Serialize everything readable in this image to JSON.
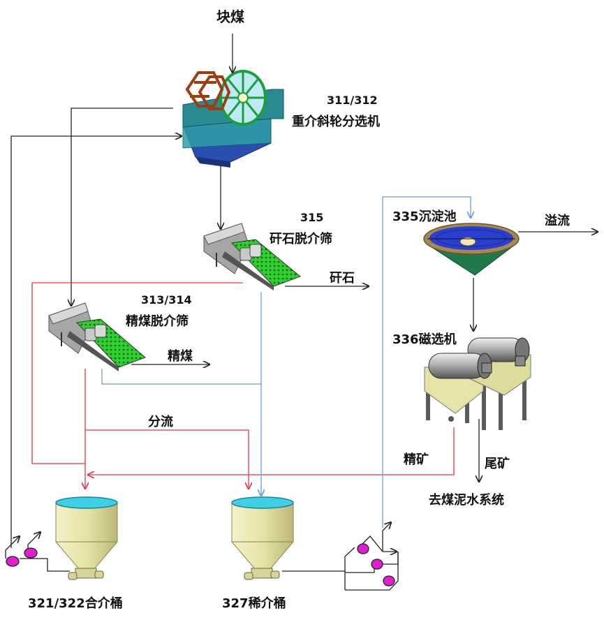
{
  "labels": {
    "lump_coal": "块煤",
    "separator_code": "311/312",
    "separator_name": "重介斜轮分选机",
    "gangue_screen_code": "315",
    "gangue_screen_name": "矸石脱介筛",
    "gangue_out": "矸石",
    "clean_screen_code": "313/314",
    "clean_screen_name": "精煤脱介筛",
    "clean_coal_out": "精煤",
    "split_flow": "分流",
    "thickener": "335沉淀池",
    "overflow": "溢流",
    "magnetic_separator": "336磁选机",
    "concentrate": "精矿",
    "tailings": "尾矿",
    "to_slime_system": "去煤泥水系统",
    "combined_medium_tank": "321/322合介桶",
    "dilute_medium_tank": "327稀介桶"
  },
  "colors": {
    "flow_black": "#222222",
    "flow_red": "#e8383d",
    "flow_blue": "#6a9bd8",
    "pump_pink": "#e020d0",
    "tank_body": "#e6e3a8",
    "tank_liquid": "#3fd0e8",
    "screen_mesh": "#2fd02f",
    "separator_blue": "#2a4fb0",
    "thickener_green": "#1f7a4a"
  }
}
